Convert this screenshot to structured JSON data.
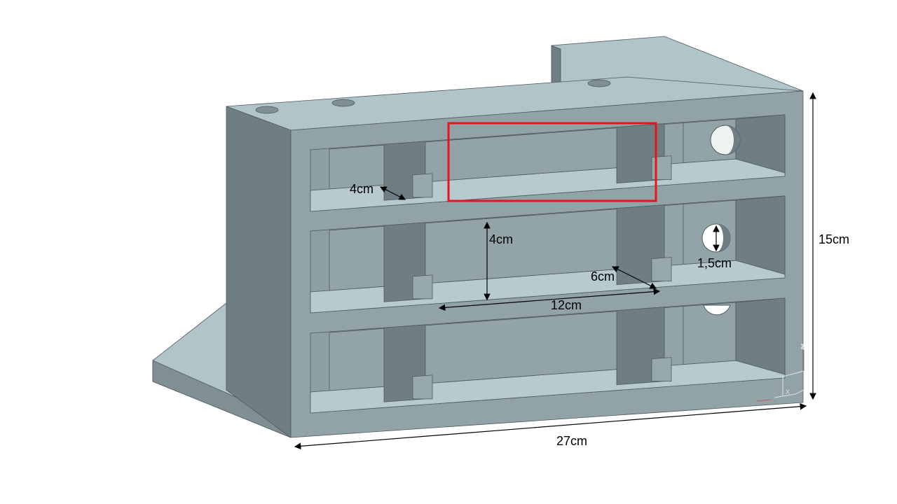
{
  "dimensions": {
    "shelf_depth": "4cm",
    "shelf_height": "4cm",
    "hole_diameter": "1,5cm",
    "partition_depth": "6cm",
    "compartment_width": "12cm",
    "total_height": "15cm",
    "total_width": "27cm"
  },
  "axis_triad": {
    "x": "X",
    "z": "Z"
  },
  "colors": {
    "top_face": "#b1c4ca",
    "front_face": "#92a3a8",
    "side_face": "#6e7e83",
    "floor": "#b7cad0",
    "highlight": "#e8141c"
  }
}
